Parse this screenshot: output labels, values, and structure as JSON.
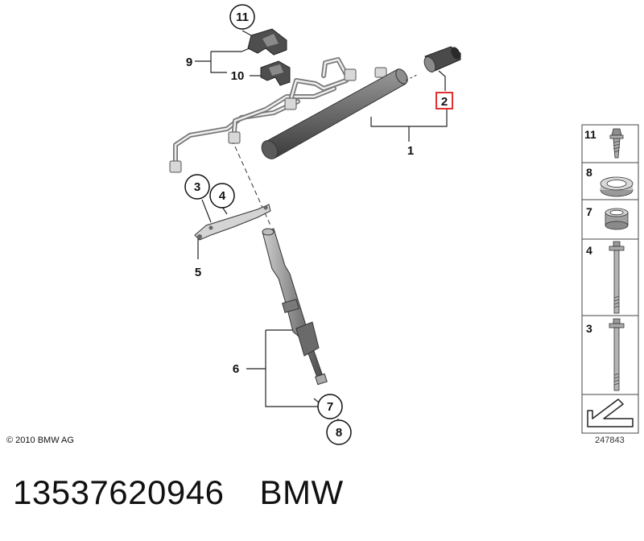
{
  "callouts": {
    "c1": "1",
    "c2": "2",
    "c3": "3",
    "c4": "4",
    "c5": "5",
    "c6": "6",
    "c7": "7",
    "c8": "8",
    "c9": "9",
    "c10": "10",
    "c11": "11"
  },
  "legend": {
    "items": [
      {
        "label": "11",
        "icon": "bolt-icon"
      },
      {
        "label": "8",
        "icon": "sealing-ring-icon"
      },
      {
        "label": "7",
        "icon": "sleeve-icon"
      },
      {
        "label": "4",
        "icon": "stud-bolt-icon"
      },
      {
        "label": "3",
        "icon": "stud-bolt-icon"
      }
    ],
    "footer_icon": "arrow-icon"
  },
  "copyright": "© 2010 BMW AG",
  "reference_number": "247843",
  "part_number": "13537620946",
  "brand": "BMW",
  "colors": {
    "highlight": "#e03030",
    "part_dark": "#5a5a5a",
    "part_light": "#c8c8c8"
  }
}
